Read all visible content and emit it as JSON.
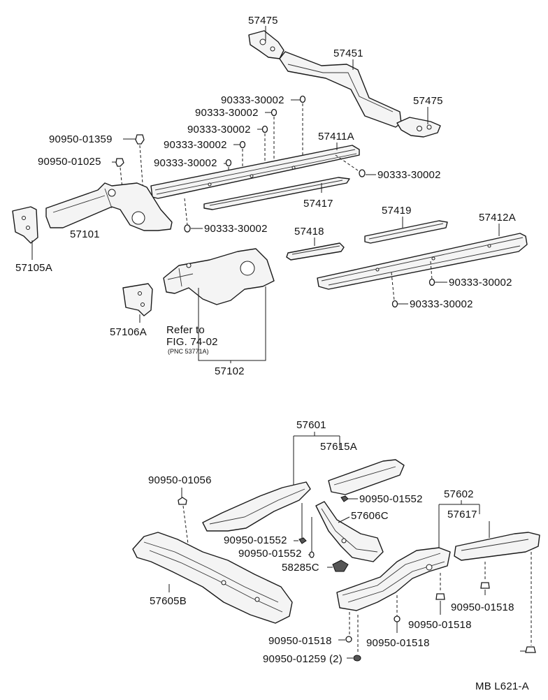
{
  "labels": {
    "p57475_top": "57475",
    "p57451": "57451",
    "p57475_right": "57475",
    "plug_30002_a": "90333-30002",
    "plug_30002_b": "90333-30002",
    "plug_30002_c": "90333-30002",
    "plug_30002_d": "90333-30002",
    "plug_30002_e": "90333-30002",
    "plug_01359": "90950-01359",
    "plug_01025": "90950-01025",
    "p57411A": "57411A",
    "plug_30002_f": "90333-30002",
    "p57417": "57417",
    "plug_30002_g": "90333-30002",
    "p57101": "57101",
    "p57105A": "57105A",
    "p57419": "57419",
    "p57412A": "57412A",
    "p57418": "57418",
    "plug_30002_h": "90333-30002",
    "plug_30002_i": "90333-30002",
    "p57106A": "57106A",
    "refer_line1": "Refer to",
    "refer_line2": "FIG. 74-02",
    "refer_line3": "(PNC 53771A)",
    "p57102": "57102",
    "p57601": "57601",
    "p57615A": "57615A",
    "plug_01056": "90950-01056",
    "plug_01552_a": "90950-01552",
    "p57602": "57602",
    "p57606C": "57606C",
    "p57617": "57617",
    "plug_01552_b": "90950-01552",
    "plug_01552_c": "90950-01552",
    "p58285C": "58285C",
    "p57605B": "57605B",
    "plug_01518_a": "90950-01518",
    "plug_01518_b": "90950-01518",
    "plug_01518_c": "90950-01518",
    "plug_01518_d": "90950-01518",
    "plug_01259": "90950-01259  (2)",
    "figure_code": "MB   L621-A"
  }
}
